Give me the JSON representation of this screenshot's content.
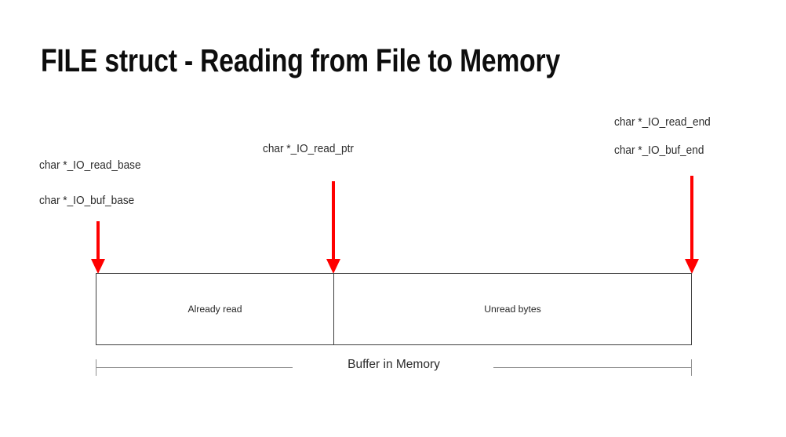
{
  "slide": {
    "title": "FILE struct - Reading from File to Memory",
    "background_color": "#ffffff"
  },
  "colors": {
    "arrow_red": "#ff0000",
    "box_border": "#3f3f3f",
    "dimension_gray": "#8f8f8f",
    "text": "#2b2b2b",
    "title_text": "#0d0d0d"
  },
  "pointer_labels": {
    "read_base": "char *_IO_read_base",
    "buf_base": "char *_IO_buf_base",
    "read_ptr": "char *_IO_read_ptr",
    "read_end": "char *_IO_read_end",
    "buf_end": "char *_IO_buf_end"
  },
  "buffer": {
    "segments": [
      {
        "label": "Already read"
      },
      {
        "label": "Unread bytes"
      }
    ],
    "caption": "Buffer in Memory"
  },
  "arrows": [
    {
      "name": "read-base-arrow",
      "target": "left edge of buffer"
    },
    {
      "name": "read-ptr-arrow",
      "target": "divider between already read and unread bytes"
    },
    {
      "name": "buf-end-arrow",
      "target": "right edge of buffer"
    }
  ]
}
